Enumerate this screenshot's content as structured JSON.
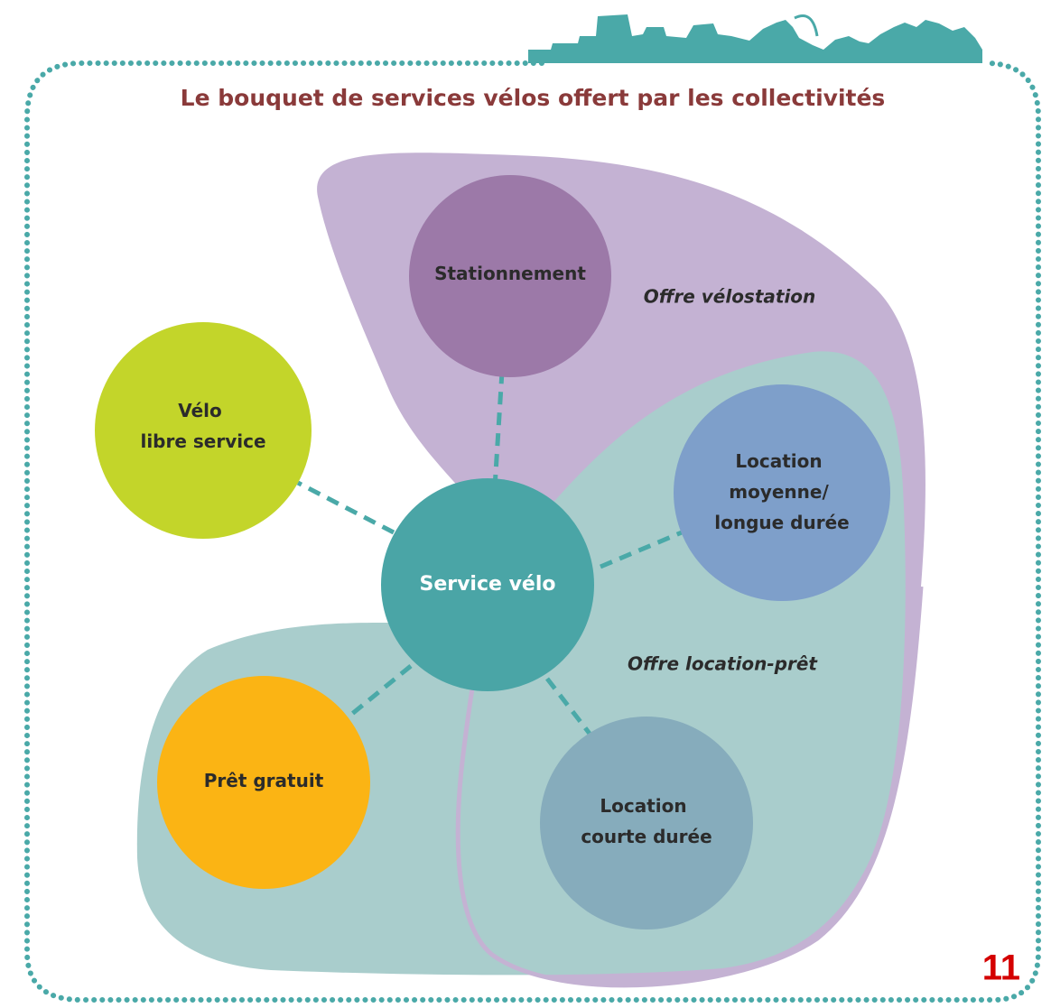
{
  "title": "Le bouquet de services vélos  offert par les collectivités",
  "page_number": "11",
  "colors": {
    "border_dots": "#4aa9a8",
    "skyline": "#4aa9a8",
    "title": "#8a3a3a",
    "region_velostation": "#c4b2d3",
    "region_location_pret": "#a9cdcc",
    "connector": "#4aa9a8",
    "page_number": "#d40000"
  },
  "regions": {
    "velostation": {
      "label": "Offre vélostation"
    },
    "location_pret": {
      "label": "Offre location-prêt"
    }
  },
  "nodes": {
    "center": {
      "lines": [
        "Service vélo"
      ],
      "color": "#4aa5a6",
      "text_color": "#ffffff"
    },
    "stationnement": {
      "lines": [
        "Stationnement"
      ],
      "color": "#9c79a8",
      "text_color": "#2b2b2b"
    },
    "libre_service": {
      "lines": [
        "Vélo",
        "libre service"
      ],
      "color": "#c3d52a",
      "text_color": "#2b2b2b"
    },
    "moyenne_duree": {
      "lines": [
        "Location",
        "moyenne/",
        "longue durée"
      ],
      "color": "#7e9fca",
      "text_color": "#2b2b2b"
    },
    "courte_duree": {
      "lines": [
        "Location",
        "courte durée"
      ],
      "color": "#86acbc",
      "text_color": "#2b2b2b"
    },
    "pret_gratuit": {
      "lines": [
        "Prêt gratuit"
      ],
      "color": "#fbb414",
      "text_color": "#2b2b2b"
    }
  }
}
